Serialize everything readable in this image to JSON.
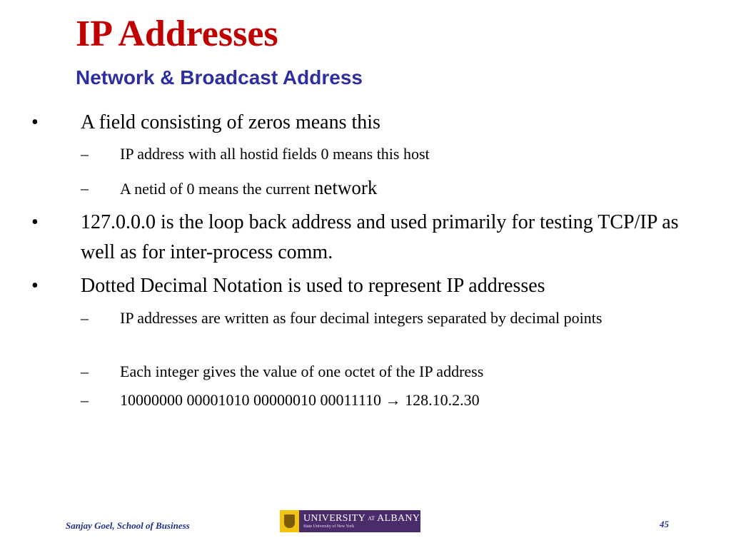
{
  "slide": {
    "title": "IP Addresses",
    "subtitle": "Network & Broadcast Address",
    "bullet_mark": "•",
    "dash_mark": "–",
    "bullets": [
      {
        "text": "A field consisting of zeros means this",
        "subitems": [
          "IP address with all hostid fields 0 means this host",
          {
            "text": "A netid of 0 means the current ",
            "emphasis": "network"
          }
        ]
      },
      {
        "text": "127.0.0.0 is the loop back address and used primarily for testing TCP/IP as well as for inter-process comm."
      },
      {
        "text": "Dotted Decimal Notation is used to represent IP addresses",
        "subitems": [
          "IP addresses are written as four decimal integers separated by decimal points",
          "Each integer gives the value of one octet of the IP address",
          {
            "binary": "10000000 00001010 00000010 00011110",
            "arrow": "→",
            "decimal": "128.10.2.30"
          }
        ]
      }
    ]
  },
  "footer": {
    "author": "Sanjay Goel, School of Business",
    "page_number": "45",
    "logo": {
      "name_part1": "UNIVERSITY",
      "name_at": "AT",
      "name_part2": "ALBANY",
      "subtitle": "State University of New York",
      "seal_icon": "university-seal-icon"
    }
  }
}
